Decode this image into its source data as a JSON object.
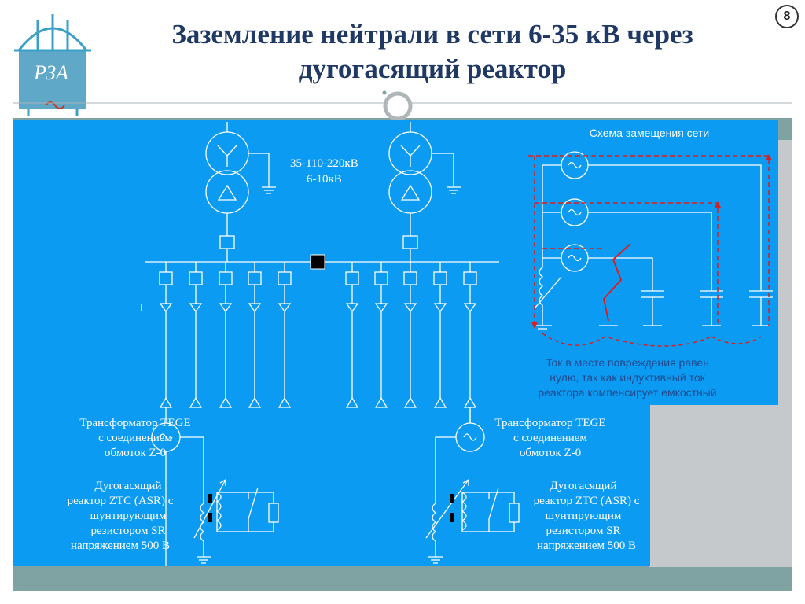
{
  "slide": {
    "title_line1": "Заземление нейтрали в сети 6-35 кВ через",
    "title_line2": "дугогасящий реактор",
    "number": "8",
    "logo_text": "РЗА"
  },
  "diagram": {
    "transformer_label_line1": "35-110-220кВ",
    "transformer_label_line2": "6-10кВ",
    "left_tege_line1": "Трансформатор TEGE",
    "left_tege_line2": "с соединением",
    "left_tege_line3": "обмоток Z-0",
    "right_tege_line1": "Трансформатор TEGE",
    "right_tege_line2": "с соединением",
    "right_tege_line3": "обмоток Z-0",
    "left_reactor_line1": "Дугогасящий",
    "left_reactor_line2": "реактор ZTC (ASR) с",
    "left_reactor_line3": "шунтирующим",
    "left_reactor_line4": "резистором SR",
    "left_reactor_line5": "напряжением 500 В",
    "right_reactor_line1": "Дугогасящий",
    "right_reactor_line2": "реактор ZTC (ASR) с",
    "right_reactor_line3": "шунтирующим",
    "right_reactor_line4": "резистором SR",
    "right_reactor_line5": "напряжением 500 В"
  },
  "equivalent_circuit": {
    "title": "Схема замещения сети",
    "note_line1": "Ток в месте повреждения равен",
    "note_line2": "нулю, так как индуктивный ток",
    "note_line3": "реактора компенсирует емкостный"
  },
  "colors": {
    "panel_blue": "#0c9bf2",
    "title_navy": "#1f3864",
    "fault_red": "#d92020",
    "band_teal": "#7fa3a3"
  }
}
